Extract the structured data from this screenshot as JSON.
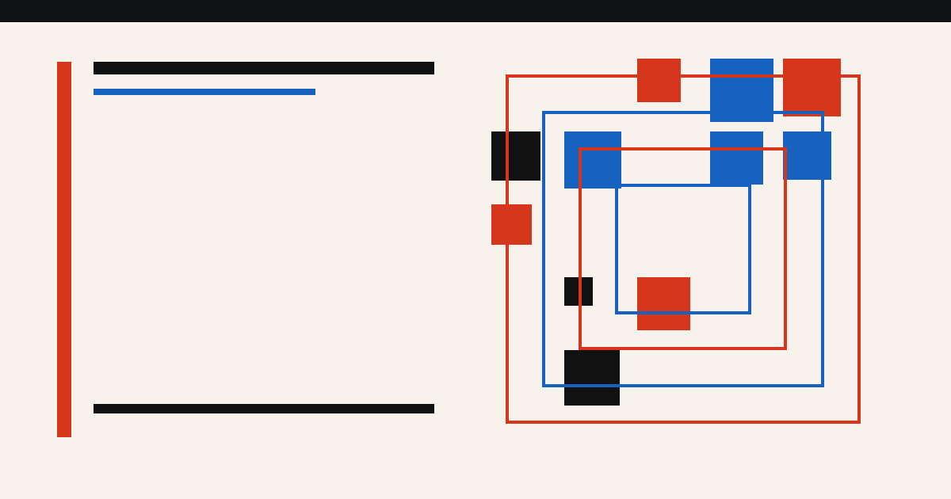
{
  "palette": {
    "background": "#f7f3ec",
    "top_bar": "#111216",
    "red": "#d5361c",
    "blue": "#1761bf",
    "black": "#111111"
  },
  "composition": {
    "frames": [
      {
        "name": "outer-red-frame",
        "color": "red"
      },
      {
        "name": "blue-frame",
        "color": "blue"
      },
      {
        "name": "inner-red-frame",
        "color": "red"
      },
      {
        "name": "inner-blue-frame",
        "color": "blue"
      }
    ],
    "blocks": [
      {
        "name": "red-block",
        "color": "red"
      },
      {
        "name": "blue-block",
        "color": "blue"
      },
      {
        "name": "red-block",
        "color": "red"
      },
      {
        "name": "black-block",
        "color": "black"
      },
      {
        "name": "blue-block",
        "color": "blue"
      },
      {
        "name": "blue-block",
        "color": "blue"
      },
      {
        "name": "blue-block",
        "color": "blue"
      },
      {
        "name": "red-block",
        "color": "red"
      },
      {
        "name": "black-block",
        "color": "black"
      },
      {
        "name": "red-block",
        "color": "red"
      },
      {
        "name": "black-block",
        "color": "black"
      }
    ]
  }
}
